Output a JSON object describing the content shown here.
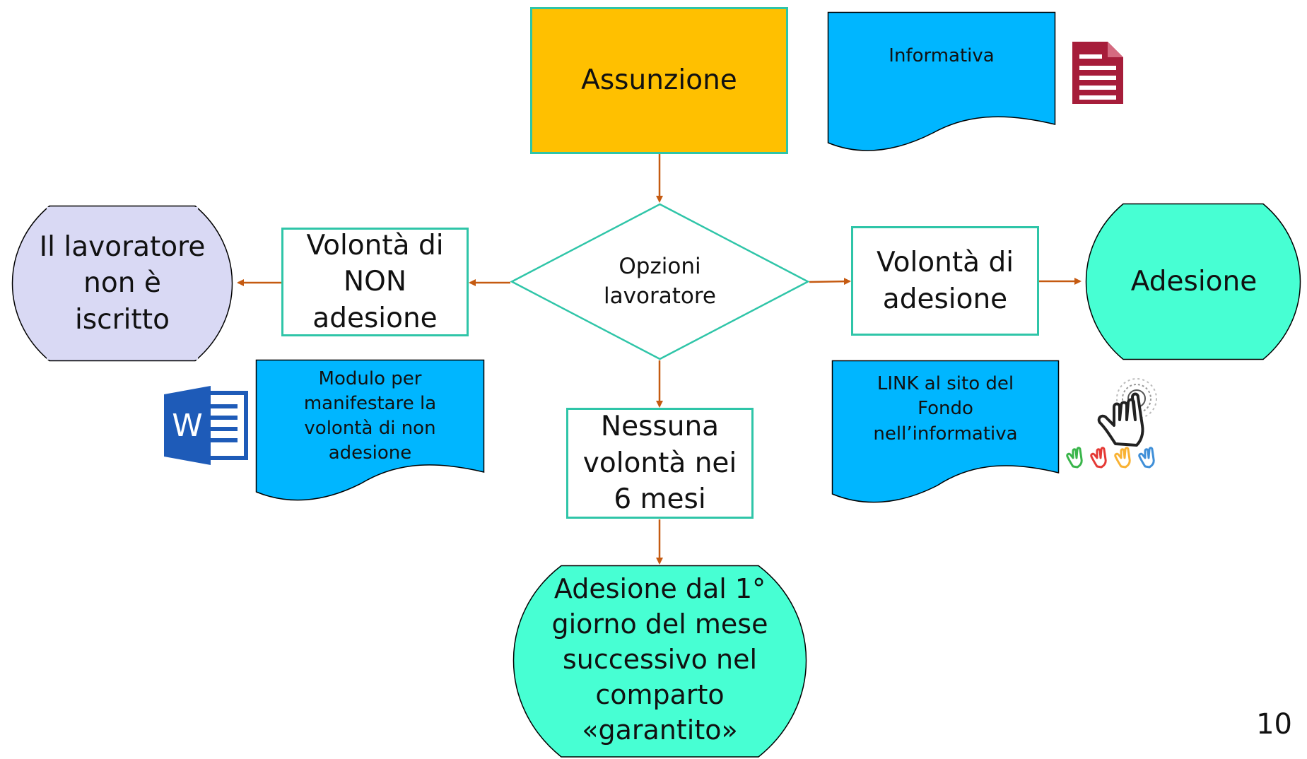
{
  "nodes": {
    "assunzione": "Assunzione",
    "opzioni": "Opzioni\nlavoratore",
    "non_adesione_volonta": "Volontà di\nNON\nadesione",
    "non_iscritto": "Il lavoratore\nnon è\niscritto",
    "adesione_volonta": "Volontà di\nadesione",
    "adesione": "Adesione",
    "nessuna": "Nessuna\nvolontà nei\n6 mesi",
    "adesione_garantito": "Adesione dal 1°\ngiorno del mese\nsuccessivo nel\ncomparto\n«garantito»"
  },
  "documents": {
    "informativa": "Informativa",
    "modulo": "Modulo per\nmanifestare la\nvolontà di non\nadesione",
    "link": "LINK al sito del\nFondo\nnell’informativa"
  },
  "icons": {
    "informativa_icon": "document-icon",
    "modulo_icon": "word-icon",
    "link_icon": "touch-hand-icon",
    "word_letter": "W"
  },
  "page_number": "10",
  "colors": {
    "process_border": "#2fc5a8",
    "assunzione_fill": "#ffc000",
    "document_fill": "#00b6ff",
    "terminal_green": "#47ffd3",
    "terminal_lavender": "#d9d9f4",
    "arrow": "#c55a11",
    "document_icon": "#a61d3a",
    "word_icon": "#1e5bb8"
  }
}
